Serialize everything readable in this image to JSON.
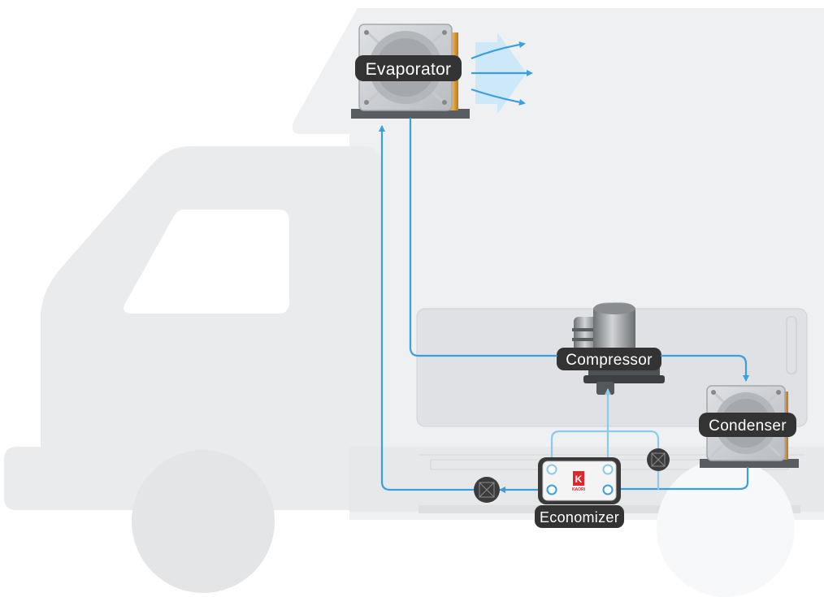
{
  "labels": {
    "evaporator": "Evaporator",
    "compressor": "Compressor",
    "condenser": "Condenser",
    "economizer": "Economizer"
  },
  "icons": {
    "evaporator": "fan-coil-unit-icon",
    "condenser": "fan-coil-unit-icon",
    "compressor": "compressor-icon",
    "economizer": "heat-exchanger-icon",
    "valves": "expansion-valve-icon",
    "airflow": "airflow-arrows-icon",
    "brand": "kaori-logo-icon"
  },
  "brand": {
    "mark": "K",
    "name": "KAORI"
  },
  "colors": {
    "pipe_main": "#3a9fdc",
    "pipe_secondary": "#8ccaed",
    "airflow": "#c9e7f8",
    "label_bg": "#333333",
    "label_text": "#ffffff",
    "truck_body": "#e9ebed",
    "valve": "#3c3c3c",
    "brand": "#e1252c"
  }
}
